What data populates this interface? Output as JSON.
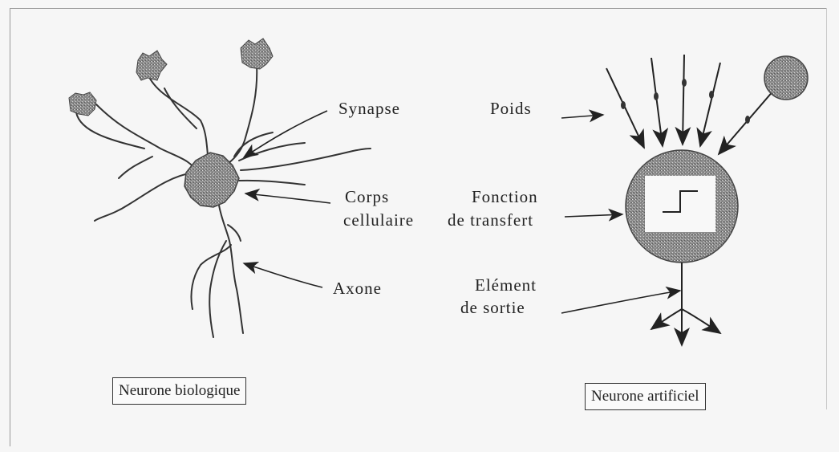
{
  "labels": {
    "synapse": "Synapse",
    "corps_line1": "Corps",
    "corps_line2": "cellulaire",
    "axone": "Axone",
    "poids": "Poids",
    "fonction_line1": "Fonction",
    "fonction_line2": "de transfert",
    "element_line1": "Elément",
    "element_line2": "de sortie"
  },
  "captions": {
    "biological": "Neurone biologique",
    "artificial": "Neurone artificiel"
  },
  "colors": {
    "ink": "#222222",
    "stipple": "#8a8a8a",
    "background": "#f6f6f6"
  }
}
